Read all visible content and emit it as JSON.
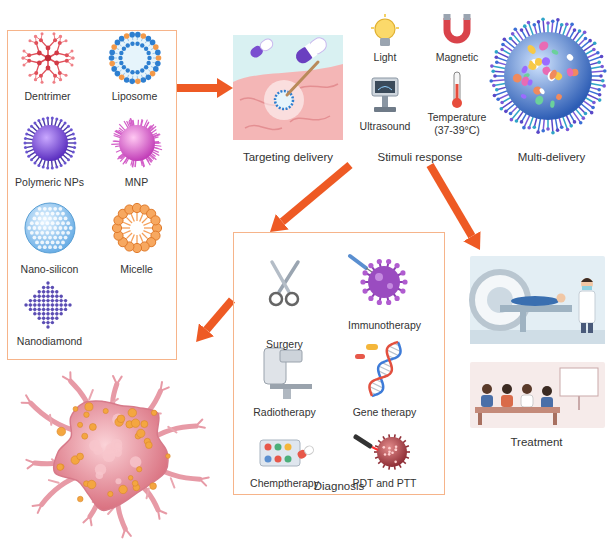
{
  "diagram": {
    "nodes": [
      {
        "text": []
      },
      {
        "text": [
          "Dentrimer"
        ],
        "in": 0
      },
      {
        "text": [
          "Liposome"
        ],
        "in": 0
      },
      {
        "text": [
          "Polymeric NPs"
        ],
        "in": 0
      },
      {
        "text": [
          "MNP"
        ],
        "in": 0
      },
      {
        "text": [
          "Nano-silicon"
        ],
        "in": 0
      },
      {
        "text": [
          "Micelle"
        ],
        "in": 0
      },
      {
        "text": [
          "Nanodiamond"
        ],
        "in": 0
      },
      {
        "text": [
          "Targeting delivery"
        ]
      },
      {
        "text": [
          "Stimuli response"
        ]
      },
      {
        "text": [
          "Light"
        ],
        "in": 9
      },
      {
        "text": [
          "Magnetic"
        ],
        "in": 9
      },
      {
        "text": [
          "Ultrasound"
        ],
        "in": 9
      },
      {
        "text": [
          "Temperature (37-39°C)"
        ],
        "in": 9
      },
      {
        "text": [
          "Multi-delivery"
        ]
      },
      {
        "text": [
          "Diagnosis"
        ]
      },
      {
        "text": [
          "Surgery"
        ],
        "in": 15
      },
      {
        "text": [
          "Immunotherapy"
        ],
        "in": 15
      },
      {
        "text": [
          "Radiotherapy"
        ],
        "in": 15
      },
      {
        "text": [
          "Gene therapy"
        ],
        "in": 15
      },
      {
        "text": [
          "Chemptherapy"
        ],
        "in": 15
      },
      {
        "text": [
          "PDT and PTT"
        ],
        "in": 15
      },
      {
        "text": [
          "Treatment"
        ]
      }
    ],
    "edges": [
      {
        "from": 0,
        "to": 8,
        "arrow": "to"
      },
      {
        "from": 9,
        "to": 15,
        "arrow": "to"
      },
      {
        "from": 9,
        "to": 22,
        "arrow": "to"
      }
    ]
  }
}
